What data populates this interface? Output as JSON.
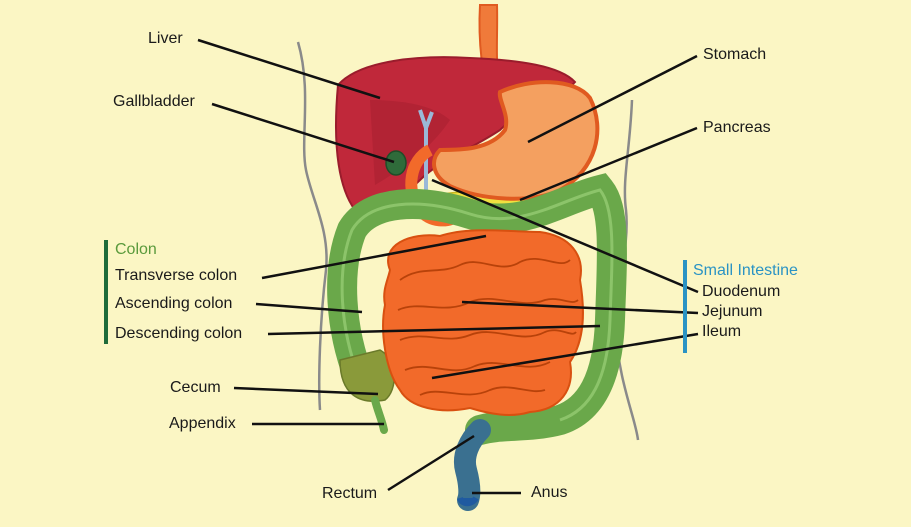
{
  "labels": {
    "liver": "Liver",
    "gallbladder": "Gallbladder",
    "stomach": "Stomach",
    "pancreas": "Pancreas",
    "cecum": "Cecum",
    "appendix": "Appendix",
    "rectum": "Rectum",
    "anus": "Anus"
  },
  "colon_group": {
    "title": "Colon",
    "color": "#5a9a3c",
    "bar_color": "#1f6b3a",
    "items": [
      "Transverse colon",
      "Ascending colon",
      "Descending colon"
    ]
  },
  "small_intestine_group": {
    "title": "Small Intestine",
    "color": "#2a93c4",
    "bar_color": "#2a93c4",
    "items": [
      "Duodenum",
      "Jejunum",
      "Ileum"
    ]
  },
  "colors": {
    "background": "#fbf6c4",
    "liver": "#c0283a",
    "stomach": "#f07a3a",
    "small_intestine": "#f26a2a",
    "large_intestine": "#6aa84a",
    "body_outline": "#8a8a8a"
  }
}
